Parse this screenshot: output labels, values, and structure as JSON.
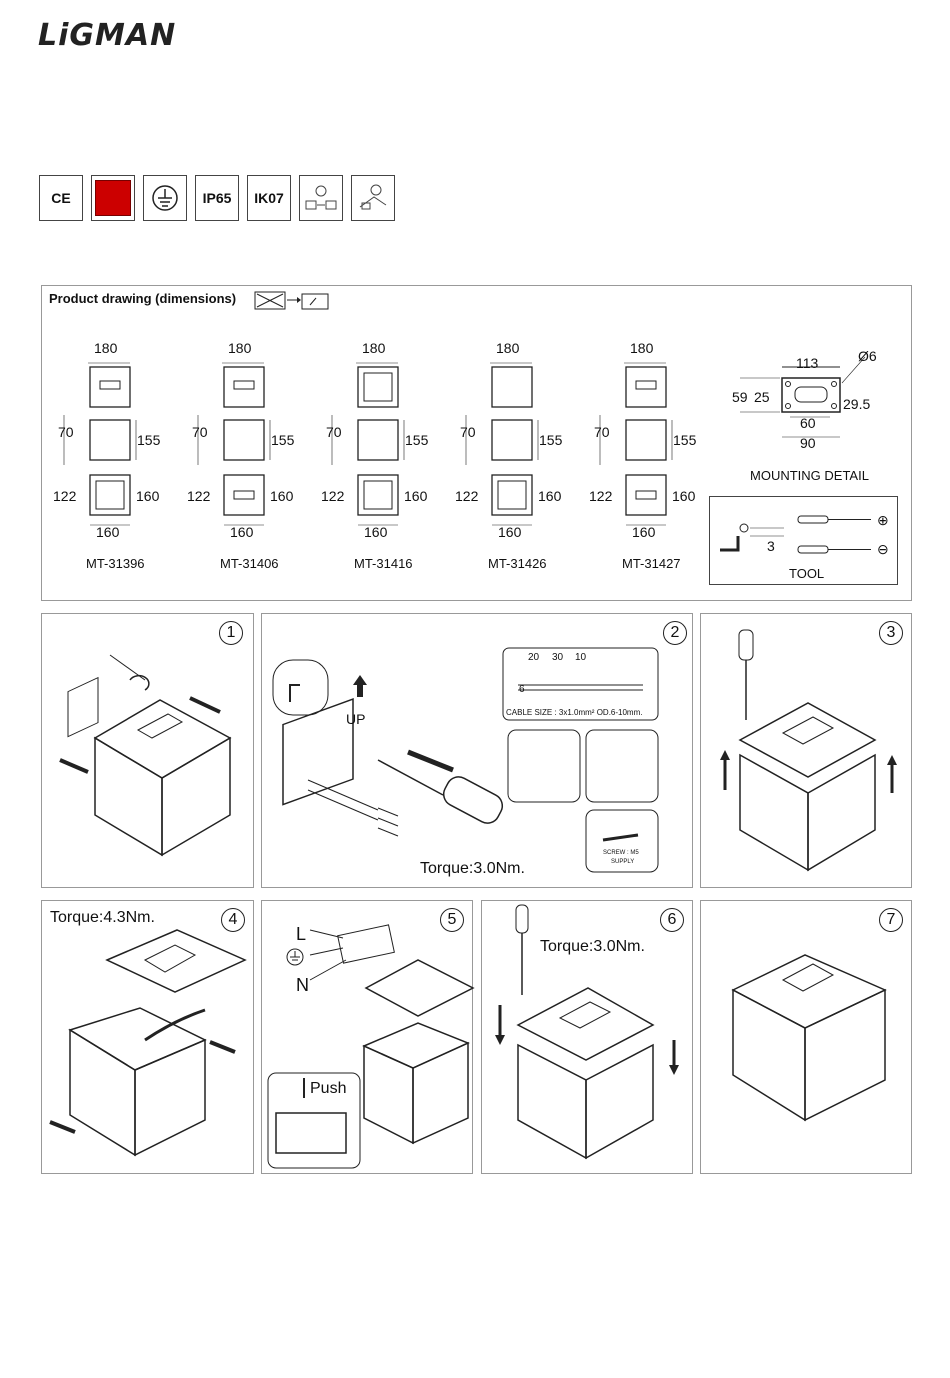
{
  "brand": "LiGMAN",
  "certifications": [
    "CE",
    "",
    "",
    "IP65",
    "IK07",
    "",
    ""
  ],
  "drawing": {
    "title": "Product drawing (dimensions)",
    "models": [
      {
        "name": "MT-31396",
        "top": "180",
        "h1": "70",
        "h2": "155",
        "s1": "122",
        "s2": "160",
        "b": "160"
      },
      {
        "name": "MT-31406",
        "top": "180",
        "h1": "70",
        "h2": "155",
        "s1": "122",
        "s2": "160",
        "b": "160"
      },
      {
        "name": "MT-31416",
        "top": "180",
        "h1": "70",
        "h2": "155",
        "s1": "122",
        "s2": "160",
        "b": "160"
      },
      {
        "name": "MT-31426",
        "top": "180",
        "h1": "70",
        "h2": "155",
        "s1": "122",
        "s2": "160",
        "b": "160"
      },
      {
        "name": "MT-31427",
        "top": "180",
        "h1": "70",
        "h2": "155",
        "s1": "122",
        "s2": "160",
        "b": "160"
      }
    ],
    "mounting": {
      "w": "113",
      "hole": "Ø6",
      "h1": "59",
      "h2": "25",
      "h3": "29.5",
      "w2": "60",
      "w3": "90",
      "label": "MOUNTING DETAIL"
    },
    "tool": {
      "dim": "3",
      "plus": "⊕",
      "minus": "⊖",
      "label": "TOOL"
    }
  },
  "steps": {
    "s1": "1",
    "s2": "2",
    "s2_up": "UP",
    "s2_torque": "Torque:3.0Nm.",
    "s2_dims": [
      "20",
      "30",
      "10",
      "6"
    ],
    "s2_cable": "CABLE SIZE : 3x1.0mm²  OD.6-10mm.",
    "s2_screw1": "SCREW : M5",
    "s2_screw2": "SUPPLY",
    "s3": "3",
    "s4": "4",
    "s4_torque": "Torque:4.3Nm.",
    "s5": "5",
    "s5_L": "L",
    "s5_N": "N",
    "s5_push": "Push",
    "s6": "6",
    "s6_torque": "Torque:3.0Nm.",
    "s7": "7"
  }
}
